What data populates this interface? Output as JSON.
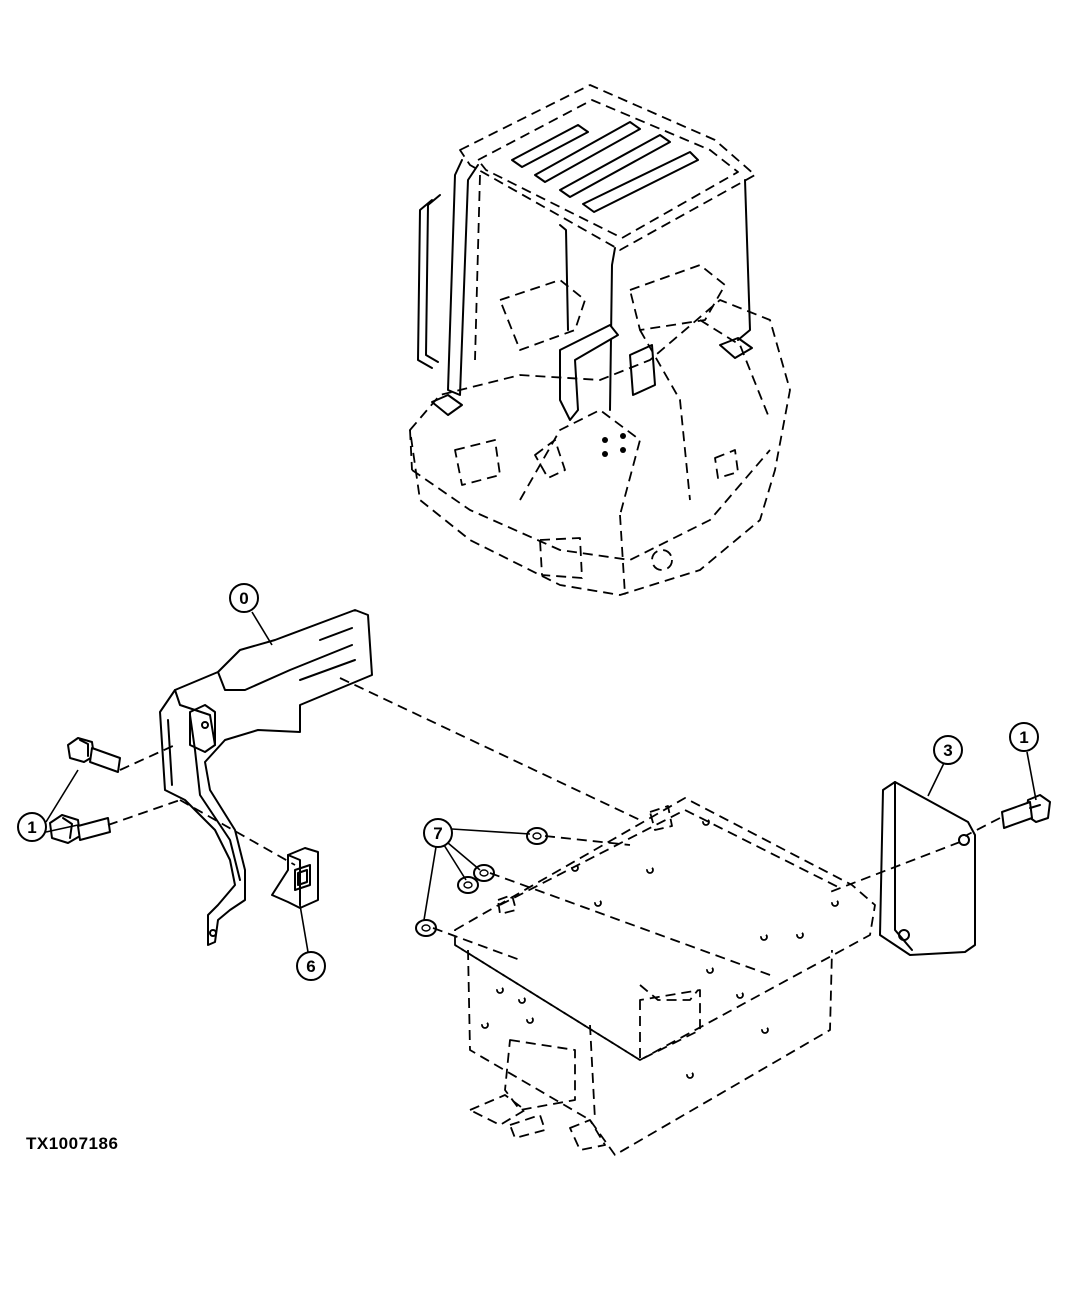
{
  "figure": {
    "reference_id": "TX1007186",
    "callouts": [
      {
        "id": "callout-0",
        "label": "0"
      },
      {
        "id": "callout-1-left",
        "label": "1"
      },
      {
        "id": "callout-1-right",
        "label": "1"
      },
      {
        "id": "callout-3",
        "label": "3"
      },
      {
        "id": "callout-6",
        "label": "6"
      },
      {
        "id": "callout-7",
        "label": "7"
      }
    ]
  }
}
